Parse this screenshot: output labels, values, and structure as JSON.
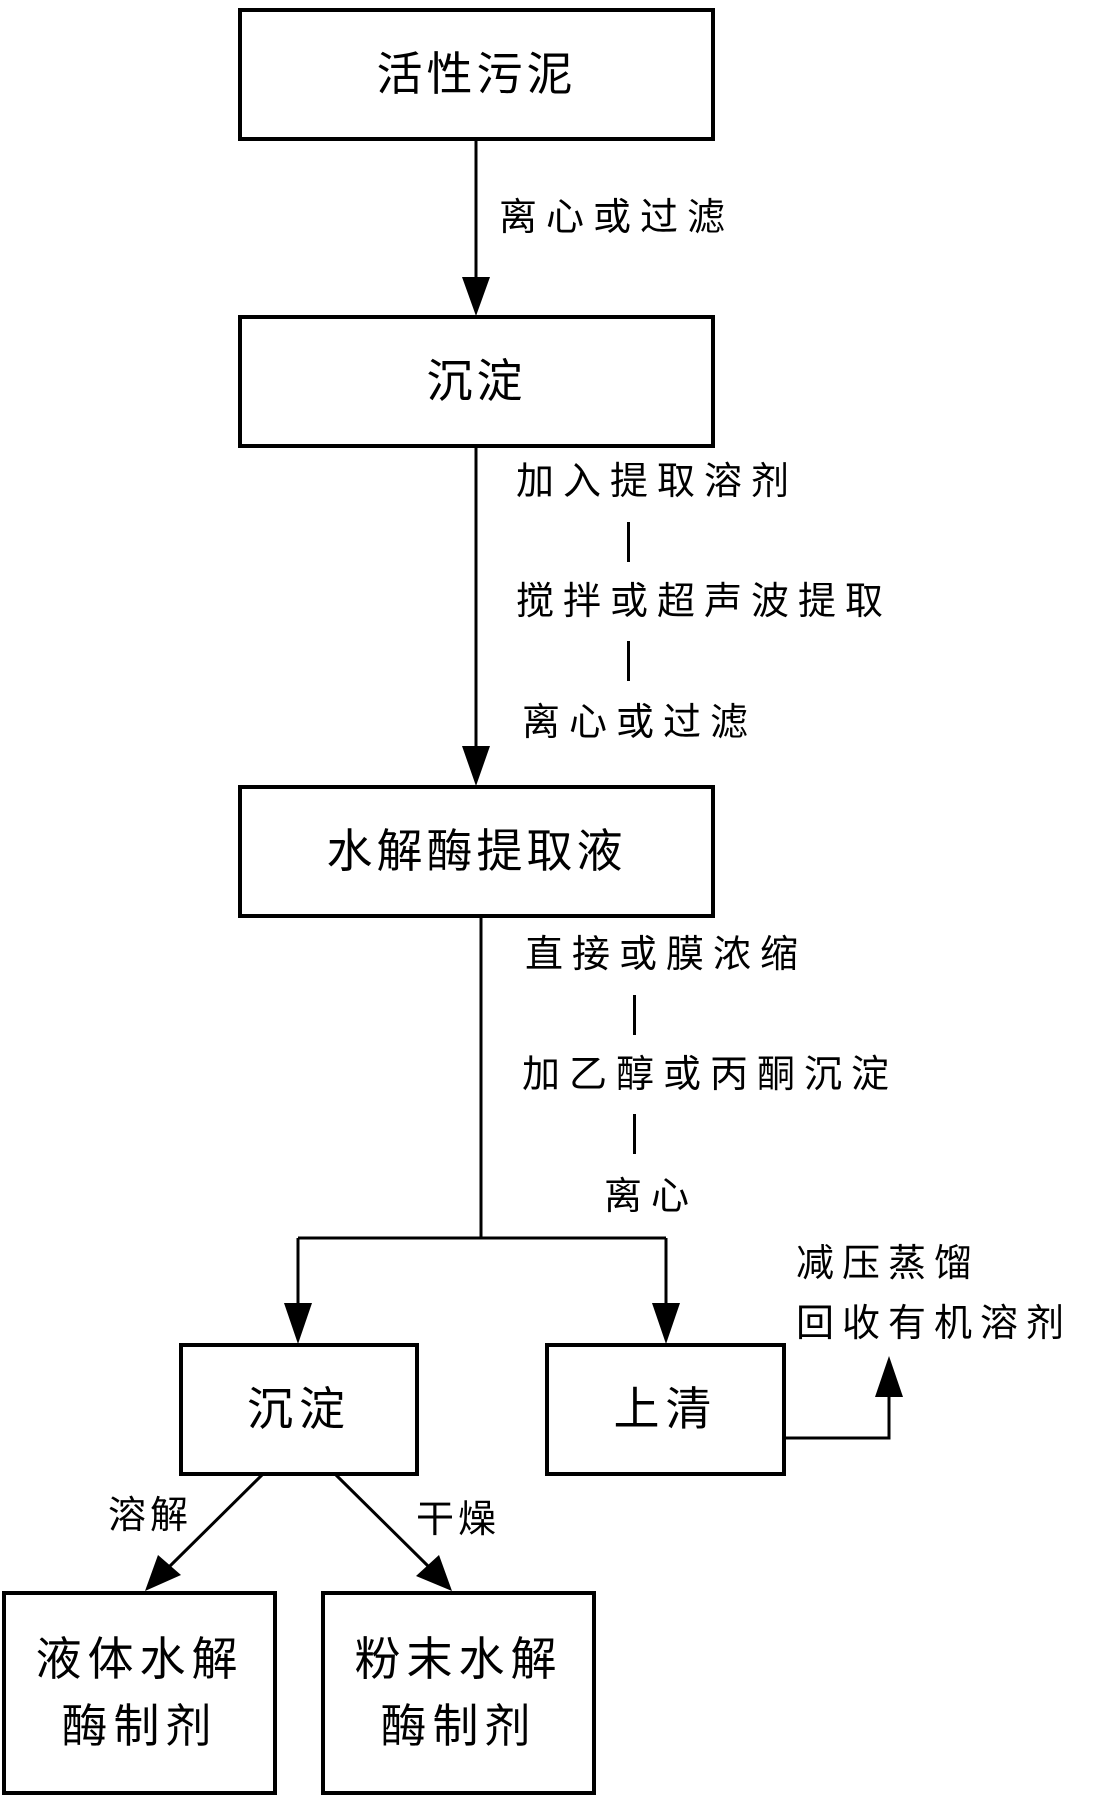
{
  "diagram": {
    "type": "process-flowchart",
    "nodes": {
      "activated_sludge": {
        "label": "活性污泥"
      },
      "precipitate_1": {
        "label": "沉淀"
      },
      "hydrolase_extract": {
        "label": "水解酶提取液"
      },
      "precipitate_2": {
        "label": "沉淀"
      },
      "supernatant": {
        "label": "上清"
      },
      "liquid_preparation": {
        "line1": "液体水解",
        "line2": "酶制剂"
      },
      "powder_preparation": {
        "line1": "粉末水解",
        "line2": "酶制剂"
      }
    },
    "edge_labels": {
      "step1": "离心或过滤",
      "step2": [
        "加入提取溶剂",
        "搅拌或超声波提取",
        "离心或过滤"
      ],
      "step3": [
        "直接或膜浓缩",
        "加乙醇或丙酮沉淀",
        "离心"
      ],
      "dissolve": "溶解",
      "dry": "干燥",
      "recovery": [
        "减压蒸馏",
        "回收有机溶剂"
      ]
    },
    "edges": [
      {
        "from": "activated_sludge",
        "to": "precipitate_1",
        "label": "离心或过滤"
      },
      {
        "from": "precipitate_1",
        "to": "hydrolase_extract",
        "label": "加入提取溶剂 | 搅拌或超声波提取 | 离心或过滤"
      },
      {
        "from": "hydrolase_extract",
        "to": "precipitate_2",
        "label": "直接或膜浓缩 | 加乙醇或丙酮沉淀 | 离心"
      },
      {
        "from": "hydrolase_extract",
        "to": "supernatant",
        "label": "直接或膜浓缩 | 加乙醇或丙酮沉淀 | 离心"
      },
      {
        "from": "precipitate_2",
        "to": "liquid_preparation",
        "label": "溶解"
      },
      {
        "from": "precipitate_2",
        "to": "powder_preparation",
        "label": "干燥"
      },
      {
        "from": "supernatant",
        "to": "recovery",
        "label": "减压蒸馏 回收有机溶剂"
      }
    ]
  }
}
